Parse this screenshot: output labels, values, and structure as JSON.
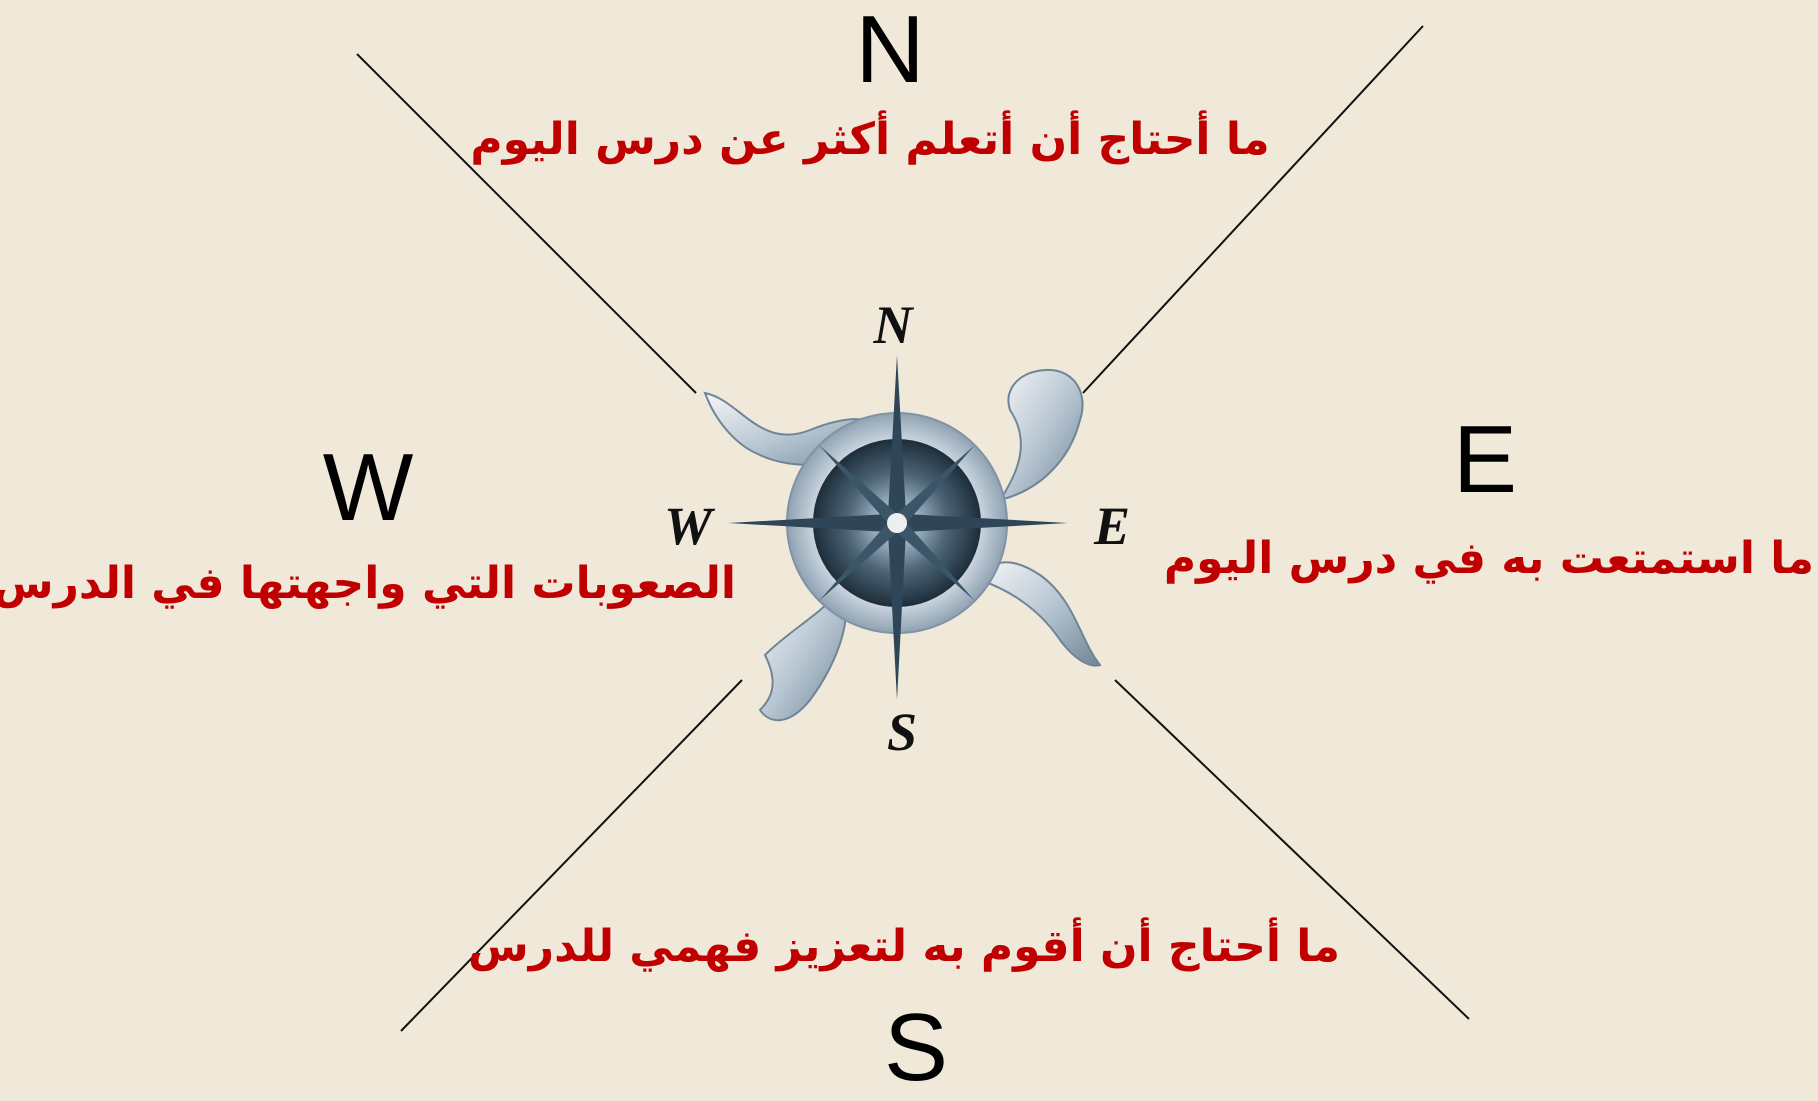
{
  "background_color": "#f0e9da",
  "text_color": "#c00000",
  "line_color": "#111111",
  "directions": {
    "north": {
      "letter": "N",
      "prompt": "ما أحتاج أن أتعلم أكثر عن درس اليوم"
    },
    "east": {
      "letter": "E",
      "prompt": "ما استمتعت به في درس اليوم"
    },
    "west": {
      "letter": "W",
      "prompt": "الصعوبات التي واجهتها في الدرس"
    },
    "south": {
      "letter": "S",
      "prompt": "ما أحتاج أن أقوم به لتعزيز فهمي للدرس"
    }
  },
  "compass_image": {
    "icon": "compass-rose-icon",
    "labels": {
      "n": "N",
      "e": "E",
      "s": "S",
      "w": "W"
    }
  }
}
